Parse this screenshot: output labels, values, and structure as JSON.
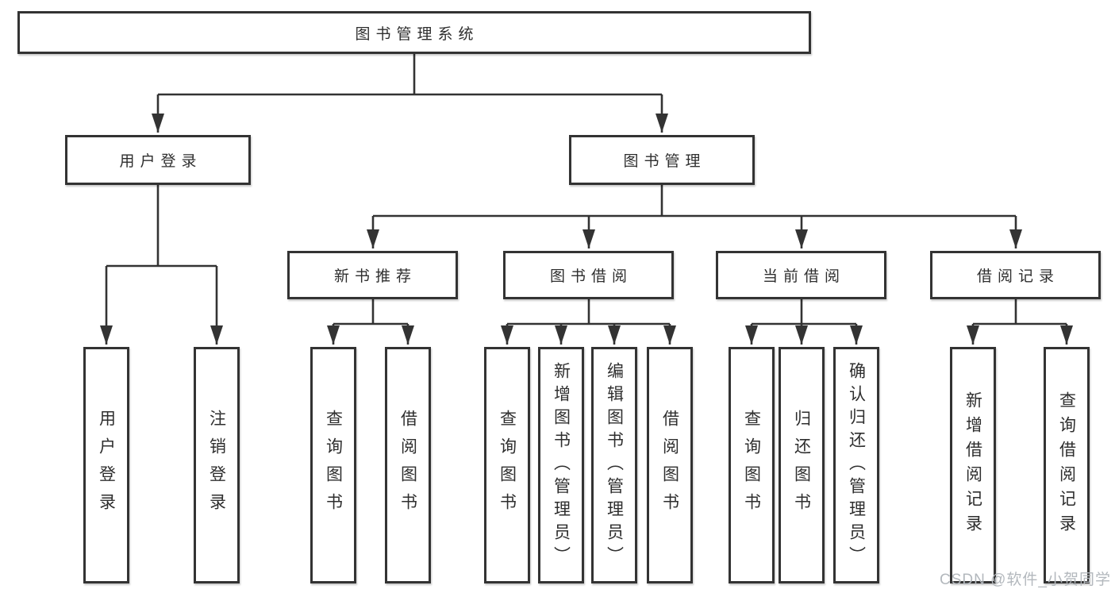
{
  "colors": {
    "line": "#333333",
    "box_border": "#333333",
    "box_fill": "#ffffff",
    "text": "#2e2e2e",
    "watermark_text": "#b3b8bd",
    "background": "#ffffff"
  },
  "diagram": {
    "type": "hierarchy-tree",
    "root": {
      "label": "图书管理系统"
    },
    "branches": [
      {
        "label": "用户登录",
        "children": [
          {
            "label": "用户登录"
          },
          {
            "label": "注销登录"
          }
        ]
      },
      {
        "label": "图书管理",
        "children": [
          {
            "label": "新书推荐",
            "children": [
              {
                "label": "查询图书"
              },
              {
                "label": "借阅图书"
              }
            ]
          },
          {
            "label": "图书借阅",
            "children": [
              {
                "label": "查询图书"
              },
              {
                "label": "新增图书（管理员）"
              },
              {
                "label": "编辑图书（管理员）"
              },
              {
                "label": "借阅图书"
              }
            ]
          },
          {
            "label": "当前借阅",
            "children": [
              {
                "label": "查询图书"
              },
              {
                "label": "归还图书"
              },
              {
                "label": "确认归还（管理员）"
              }
            ]
          },
          {
            "label": "借阅记录",
            "children": [
              {
                "label": "新增借阅记录"
              },
              {
                "label": "查询借阅记录"
              }
            ]
          }
        ]
      }
    ]
  },
  "watermark": {
    "text": "CSDN @软件_小贺同学"
  }
}
